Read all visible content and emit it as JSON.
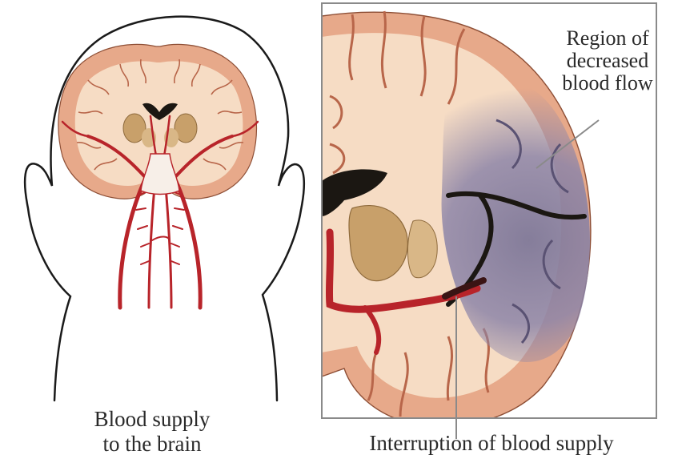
{
  "labels": {
    "left_caption_line1": "Blood supply",
    "left_caption_line2": "to the brain",
    "region_label_line1": "Region of",
    "region_label_line2": "decreased",
    "region_label_line3": "blood flow",
    "bottom_caption": "Interruption of blood supply"
  },
  "colors": {
    "outline": "#1a1a1a",
    "brain_tissue": "#f6dcc4",
    "gray_matter": "#e7a98a",
    "artery": "#b8242a",
    "ventricle": "#1b1712",
    "ischemic_region": "#8d85a8",
    "frame": "#8a8a8a"
  }
}
